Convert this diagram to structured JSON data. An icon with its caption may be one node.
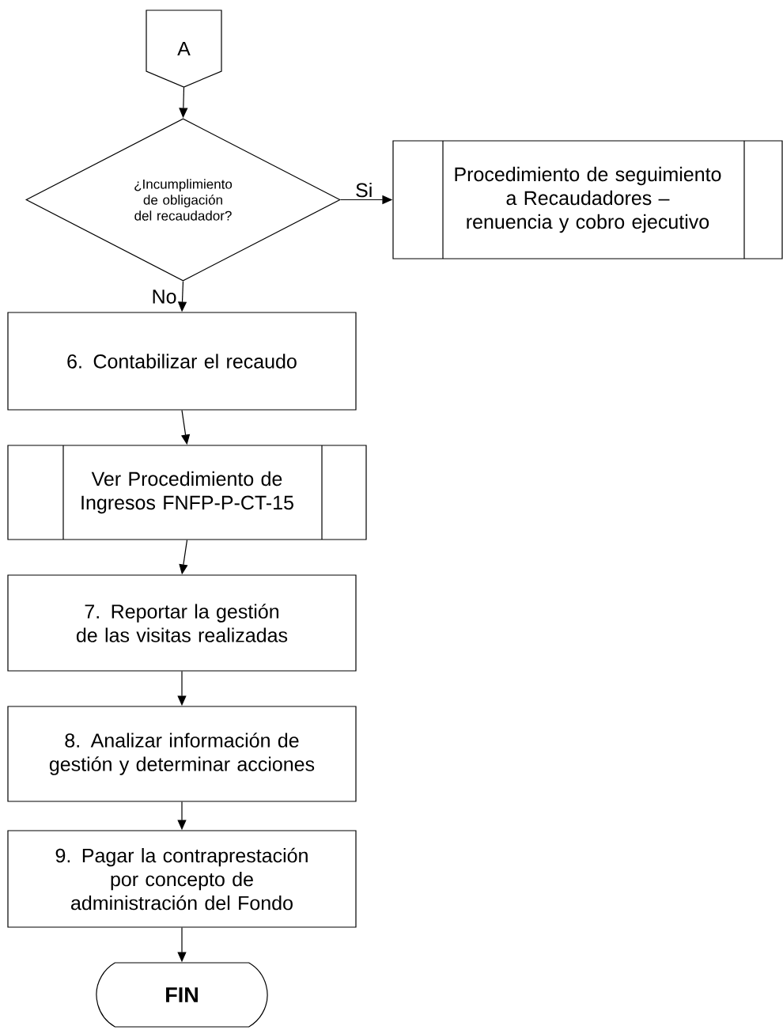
{
  "diagram": {
    "nodes": [
      {
        "text": [
          "A"
        ]
      },
      {
        "text": [
          "¿Incumplimiento de obligación del recaudador?"
        ]
      },
      {
        "text": [
          "Procedimiento de seguimiento a Recaudadores – renuencia y cobro ejecutivo"
        ]
      },
      {
        "text": [
          "6. Contabilizar el recaudo"
        ]
      },
      {
        "text": [
          "Ver Procedimiento de Ingresos FNFP-P-CT-15"
        ]
      },
      {
        "text": [
          "7. Reportar la gestión de las visitas realizadas"
        ]
      },
      {
        "text": [
          "8. Analizar información de gestión y determinar acciones"
        ]
      },
      {
        "text": [
          "9. Pagar la contraprestación por concepto de administración del Fondo"
        ]
      },
      {
        "text": [
          "FIN"
        ]
      }
    ],
    "edges": [
      {
        "from": 0,
        "to": 1,
        "arrow": "to"
      },
      {
        "from": 1,
        "to": 2,
        "arrow": "to",
        "label": "Si"
      },
      {
        "from": 1,
        "to": 3,
        "arrow": "to",
        "label": "No"
      },
      {
        "from": 3,
        "to": 4,
        "arrow": "to"
      },
      {
        "from": 4,
        "to": 5,
        "arrow": "to"
      },
      {
        "from": 5,
        "to": 6,
        "arrow": "to"
      },
      {
        "from": 6,
        "to": 7,
        "arrow": "to"
      },
      {
        "from": 7,
        "to": 8,
        "arrow": "to"
      }
    ]
  }
}
